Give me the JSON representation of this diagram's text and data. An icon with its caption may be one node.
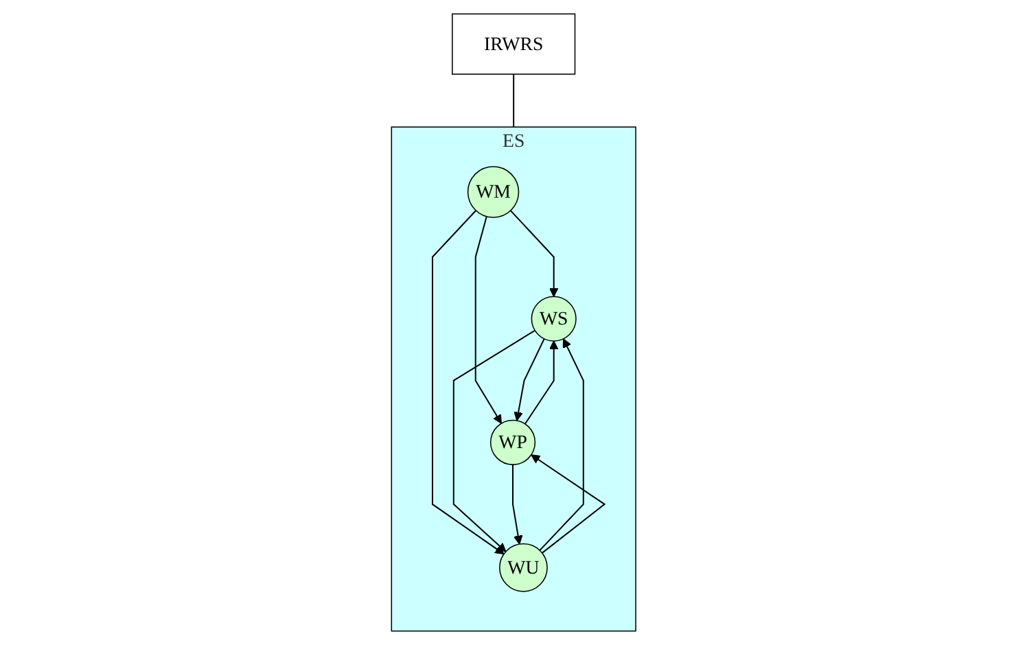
{
  "diagram": {
    "nodes": [
      {
        "text": [
          "ES"
        ]
      },
      {
        "text": [
          "WS"
        ],
        "in": 0
      },
      {
        "text": [
          "WM"
        ],
        "in": 0
      },
      {
        "text": [
          "WP"
        ],
        "in": 0
      },
      {
        "text": [
          "WU"
        ],
        "in": 0
      },
      {
        "text": [
          "IRWRS"
        ]
      }
    ],
    "edges": [
      {
        "from": 2,
        "to": 1,
        "arrow": "to"
      },
      {
        "from": 2,
        "to": 3,
        "arrow": "to"
      },
      {
        "from": 2,
        "to": 4,
        "arrow": "to"
      },
      {
        "from": 1,
        "to": 3,
        "arrow": "to"
      },
      {
        "from": 3,
        "to": 1,
        "arrow": "to"
      },
      {
        "from": 1,
        "to": 4,
        "arrow": "to"
      },
      {
        "from": 4,
        "to": 1,
        "arrow": "to"
      },
      {
        "from": 3,
        "to": 4,
        "arrow": "to"
      },
      {
        "from": 4,
        "to": 3,
        "arrow": "to"
      },
      {
        "from": 5,
        "to": 0,
        "arrow": "none"
      }
    ]
  }
}
